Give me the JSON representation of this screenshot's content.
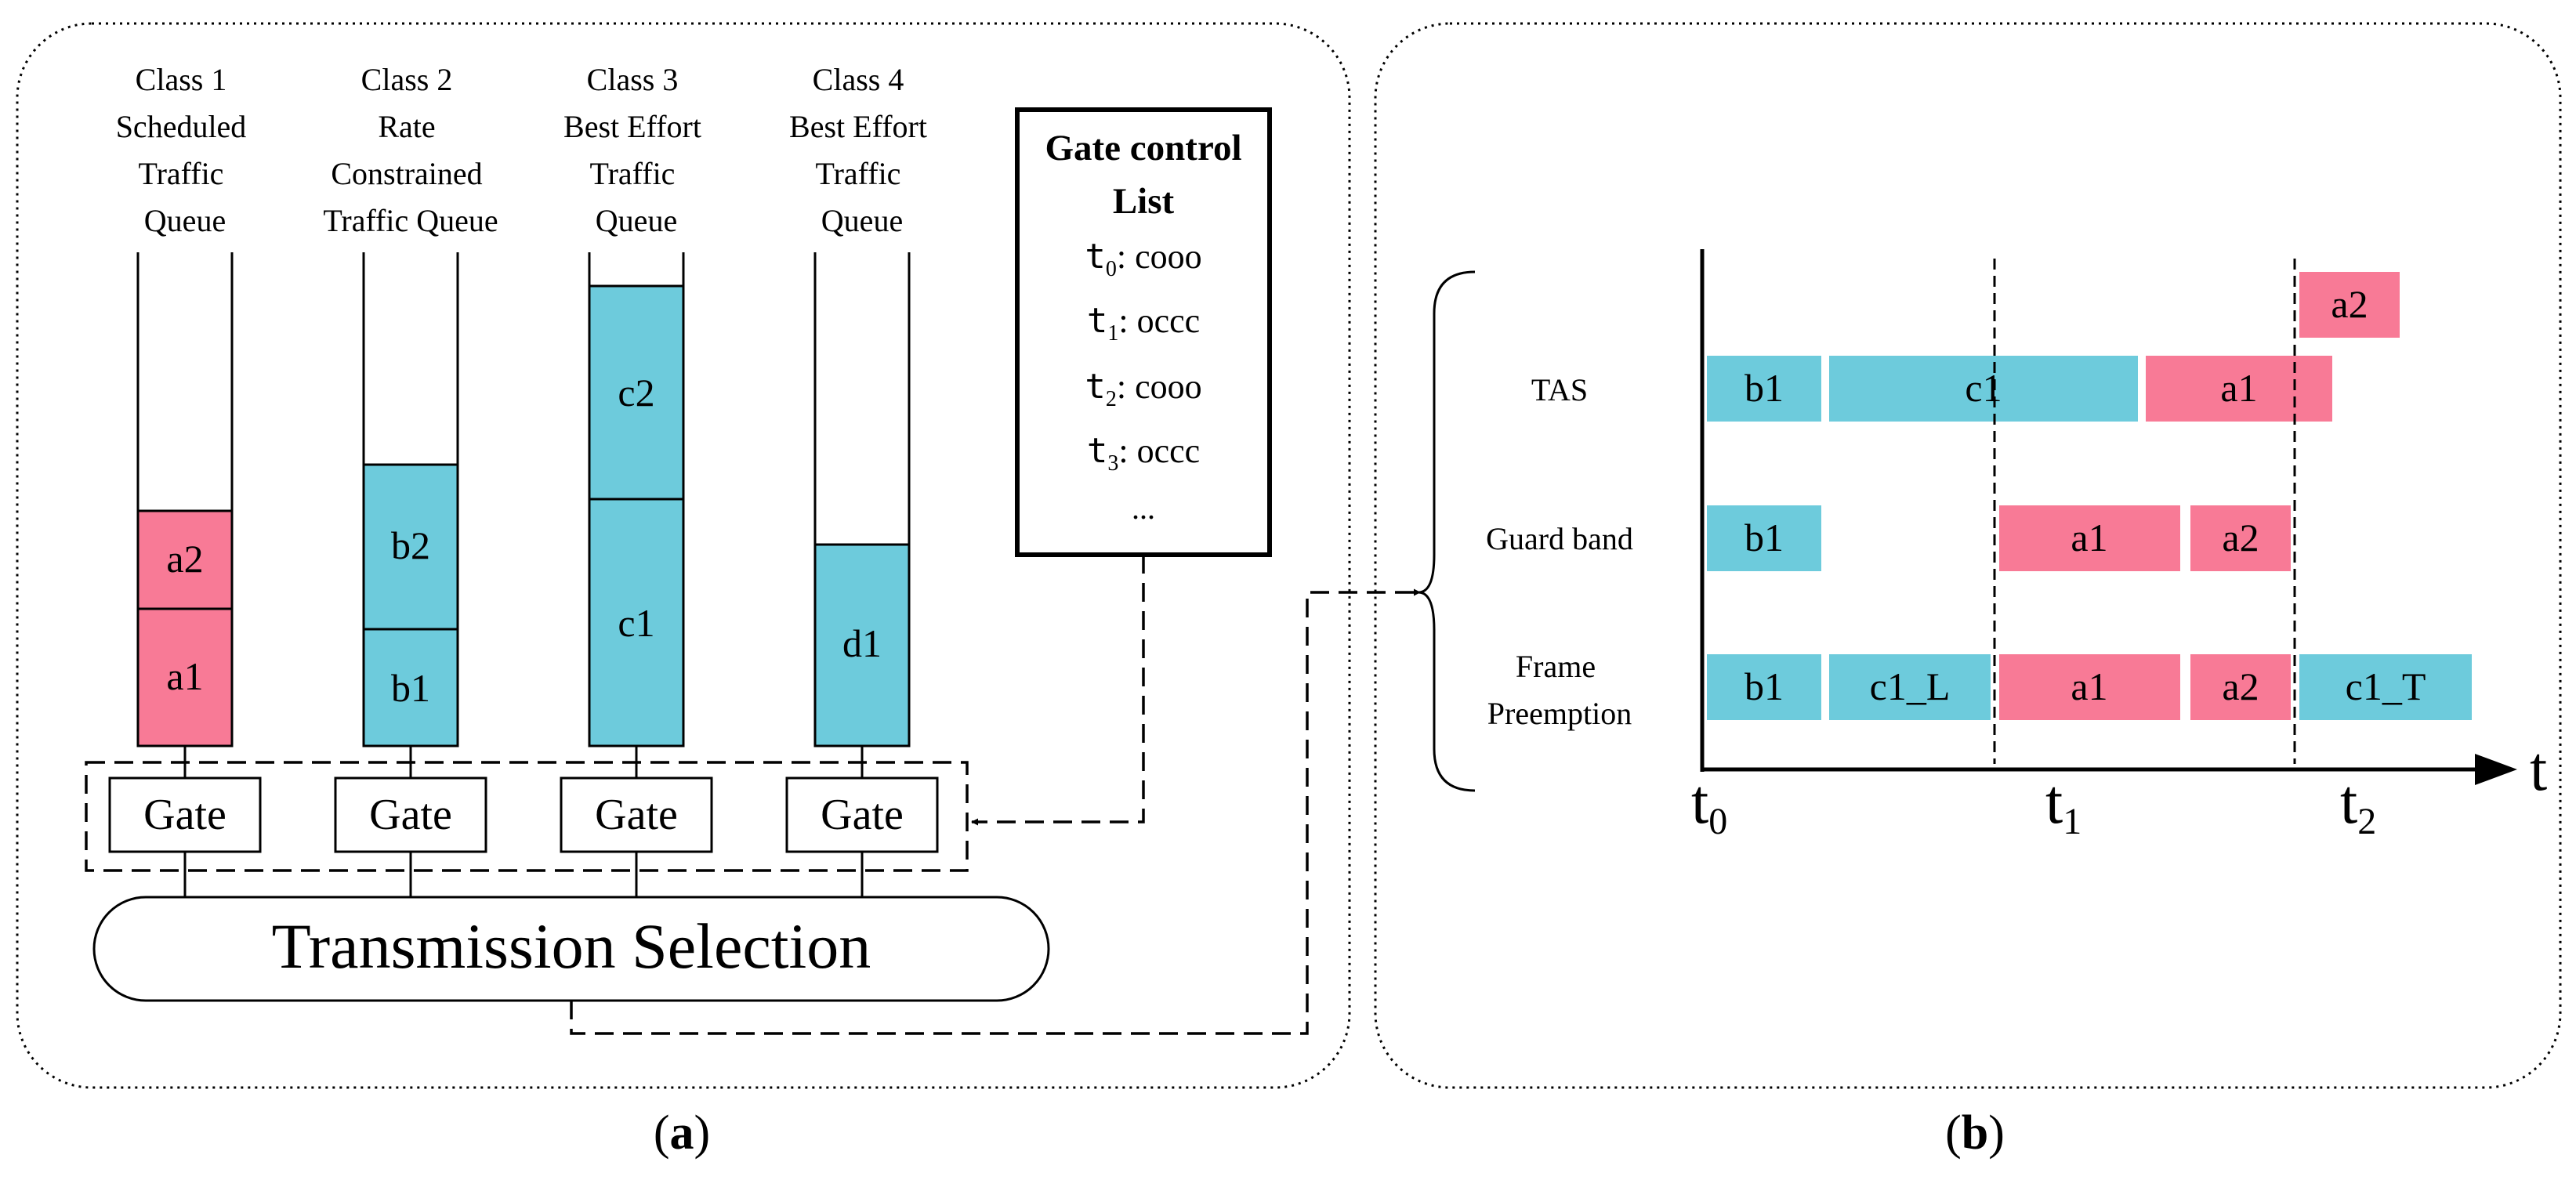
{
  "colors": {
    "red": "#f87a96",
    "cyan": "#6dcbdc",
    "stroke": "#000000",
    "background": "#ffffff"
  },
  "panel_a": {
    "caption_open": "(",
    "caption_letter": "a",
    "caption_close": ")",
    "queues": [
      {
        "header": [
          "Class 1",
          "Scheduled",
          "Traffic",
          "Queue"
        ],
        "frames": [
          {
            "label": "a1",
            "color": "red"
          },
          {
            "label": "a2",
            "color": "red"
          }
        ],
        "gate_label": "Gate"
      },
      {
        "header": [
          "Class 2",
          "Rate",
          "Constrained",
          "Traffic Queue"
        ],
        "frames": [
          {
            "label": "b1",
            "color": "cyan"
          },
          {
            "label": "b2",
            "color": "cyan"
          }
        ],
        "gate_label": "Gate"
      },
      {
        "header": [
          "Class 3",
          "Best Effort",
          "Traffic",
          "Queue"
        ],
        "frames": [
          {
            "label": "c1",
            "color": "cyan"
          },
          {
            "label": "c2",
            "color": "cyan"
          }
        ],
        "gate_label": "Gate"
      },
      {
        "header": [
          "Class 4",
          "Best Effort",
          "Traffic",
          "Queue"
        ],
        "frames": [
          {
            "label": "d1",
            "color": "cyan"
          }
        ],
        "gate_label": "Gate"
      }
    ],
    "gate_control_list": {
      "title_line1": "Gate control",
      "title_line2": "List",
      "entries": [
        {
          "time": "t",
          "sub": "0",
          "state": ": cooo"
        },
        {
          "time": "t",
          "sub": "1",
          "state": ": occc"
        },
        {
          "time": "t",
          "sub": "2",
          "state": ": cooo"
        },
        {
          "time": "t",
          "sub": "3",
          "state": ": occc"
        }
      ],
      "ellipsis": "..."
    },
    "transmission_selection": "Transmission Selection"
  },
  "panel_b": {
    "caption_open": "(",
    "caption_letter": "b",
    "caption_close": ")",
    "rows": [
      {
        "label": [
          "TAS"
        ]
      },
      {
        "label": [
          "Guard band"
        ]
      },
      {
        "label": [
          "Frame",
          "Preemption"
        ]
      }
    ],
    "blocks": [
      {
        "row": 0,
        "label": "b1",
        "color": "cyan"
      },
      {
        "row": 0,
        "label": "c1",
        "color": "cyan"
      },
      {
        "row": 0,
        "label": "a1",
        "color": "red"
      },
      {
        "row": 0,
        "label": "a2",
        "color": "red"
      },
      {
        "row": 1,
        "label": "b1",
        "color": "cyan"
      },
      {
        "row": 1,
        "label": "a1",
        "color": "red"
      },
      {
        "row": 1,
        "label": "a2",
        "color": "red"
      },
      {
        "row": 2,
        "label": "b1",
        "color": "cyan"
      },
      {
        "row": 2,
        "label": "c1_L",
        "color": "cyan"
      },
      {
        "row": 2,
        "label": "a1",
        "color": "red"
      },
      {
        "row": 2,
        "label": "a2",
        "color": "red"
      },
      {
        "row": 2,
        "label": "c1_T",
        "color": "cyan"
      }
    ],
    "axis_label": "t",
    "time_marks": [
      {
        "base": "t",
        "sub": "0"
      },
      {
        "base": "t",
        "sub": "1"
      },
      {
        "base": "t",
        "sub": "2"
      }
    ]
  }
}
